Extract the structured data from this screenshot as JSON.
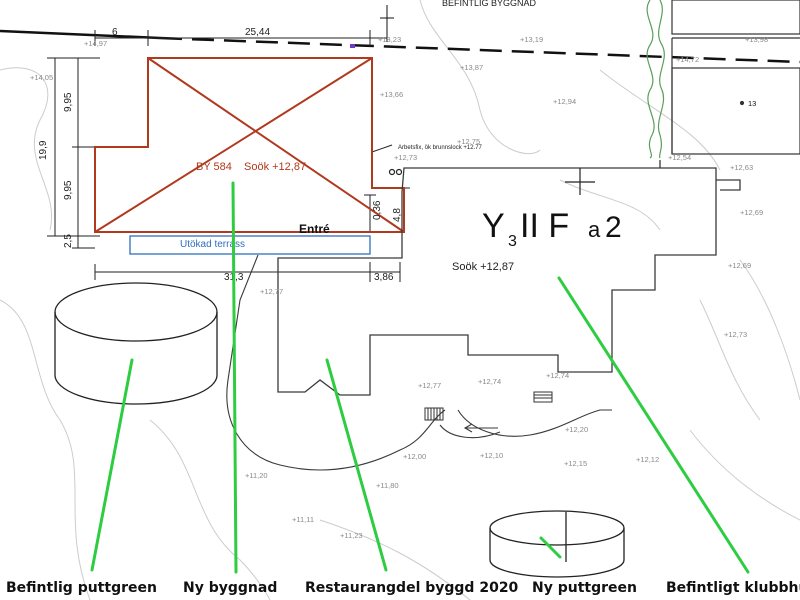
{
  "colors": {
    "new_building": "#b0391e",
    "terrace": "#2e6fc0",
    "leader": "#2ecc40",
    "plan_line": "#3a3a3a",
    "dimension": "#222222",
    "elevation": "#8a8a8a",
    "contour": "#c8c8c8",
    "tree": "#5a9e5a"
  },
  "header": {
    "existing_building_top": "BEFINTLIG BYGGNAD"
  },
  "dimensions": {
    "top_left": "6",
    "top_span": "25,44",
    "height_total": "19,9",
    "height_upper": "9,95",
    "height_lower": "9,95",
    "side_small": "2,5",
    "bottom_span": "31,3",
    "bottom_right": "3,86",
    "right_small": "0,36",
    "right_height": "4,8"
  },
  "new_building": {
    "label_by": "BY 584",
    "label_sook": "Soök +12,87",
    "entrance": "Entré",
    "terrace": "Utökad terrass"
  },
  "clubhouse": {
    "zoning_code": "Y",
    "zoning_sub": "3",
    "zoning_rest": "II F",
    "zoning_suffix_a": "a",
    "zoning_suffix_2": "2",
    "floor_level": "Soök +12,87",
    "note": "Arbetsfix, ök brunnslock +12.77"
  },
  "elevations": [
    "+14,97",
    "+13,23",
    "+13,19",
    "+13,98",
    "+14,72",
    "+14,05",
    "+13,87",
    "+13,66",
    "+12,94",
    "+12,75",
    "+12,73",
    "+12,54",
    "+12,63",
    "+12,69",
    "+12,69",
    "+12,73",
    "+12,77",
    "+12,74",
    "+12,77",
    "+12,74",
    "+12,20",
    "+12,00",
    "+12,10",
    "+12,15",
    "+12,12",
    "+11,80",
    "+11,20",
    "+11,11",
    "+11,23",
    "13",
    "+12,87"
  ],
  "bottom_labels": {
    "existing_putting_green": "Befintlig puttgreen",
    "new_building": "Ny byggnad",
    "restaurant": "Restaurangdel byggd 2020",
    "new_putting_green": "Ny puttgreen",
    "existing_clubhouse": "Befintligt klubbhus"
  }
}
